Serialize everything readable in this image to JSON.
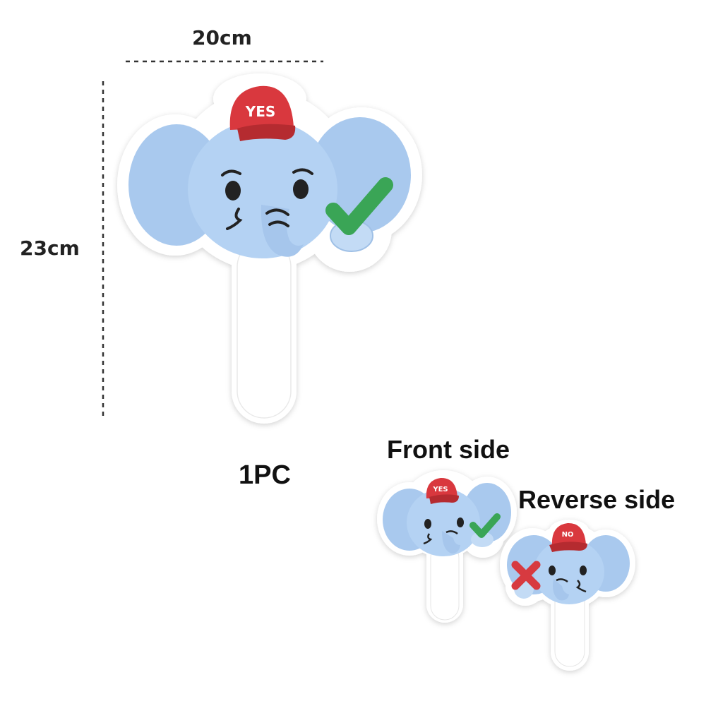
{
  "dimensions": {
    "width_label": "20cm",
    "height_label": "23cm"
  },
  "main_product": {
    "cap_text": "YES",
    "quantity_label": "1PC"
  },
  "variants": {
    "front_label": "Front side",
    "front_cap_text": "YES",
    "reverse_label": "Reverse side",
    "reverse_cap_text": "NO"
  },
  "colors": {
    "elephant_blue": "#a9c9ee",
    "elephant_dark": "#8fb5e2",
    "cap_red": "#d9383e",
    "check_green": "#3aa556",
    "cross_red": "#d73a40",
    "outline": "#ffffff"
  },
  "icons": [
    "check-icon",
    "cross-icon",
    "elephant-fan-illustration"
  ]
}
